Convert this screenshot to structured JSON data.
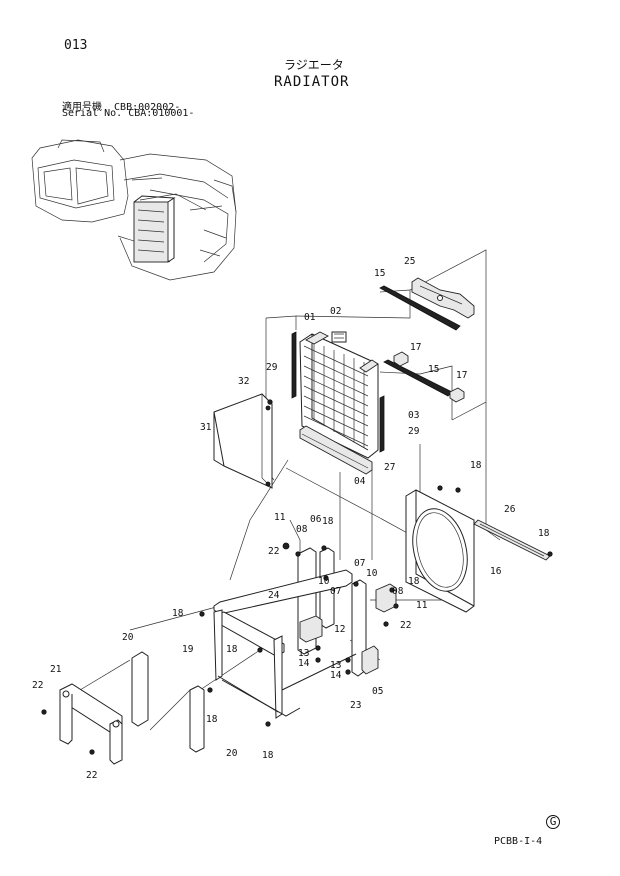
{
  "header": {
    "page_number": "013",
    "title_jp": "ラジエータ",
    "title_en": "RADIATOR",
    "serial_line_a": "適用号機  CBB:002002-",
    "serial_line_b": "Serial No. CBA:010001-"
  },
  "footer": {
    "symbol": "G",
    "code": "PCBB-I-4"
  },
  "callouts": {
    "c01": "01",
    "c02": "02",
    "c03": "03",
    "c04": "04",
    "c05": "05",
    "c06": "06",
    "c07a": "07",
    "c07b": "07",
    "c08a": "08",
    "c08b": "08",
    "c10a": "10",
    "c10b": "10",
    "c11a": "11",
    "c11b": "11",
    "c12": "12",
    "c13a": "13",
    "c13b": "13",
    "c14a": "14",
    "c14b": "14",
    "c15a": "15",
    "c15b": "15",
    "c16": "16",
    "c17a": "17",
    "c17b": "17",
    "c18a": "18",
    "c18b": "18",
    "c18c": "18",
    "c18d": "18",
    "c18e": "18",
    "c18f": "18",
    "c18g": "18",
    "c18h": "18",
    "c19": "19",
    "c20a": "20",
    "c20b": "20",
    "c21": "21",
    "c22a": "22",
    "c22b": "22",
    "c22c": "22",
    "c22d": "22",
    "c23": "23",
    "c24": "24",
    "c25": "25",
    "c26": "26",
    "c27": "27",
    "c29a": "29",
    "c29b": "29",
    "c31": "31",
    "c32": "32"
  }
}
